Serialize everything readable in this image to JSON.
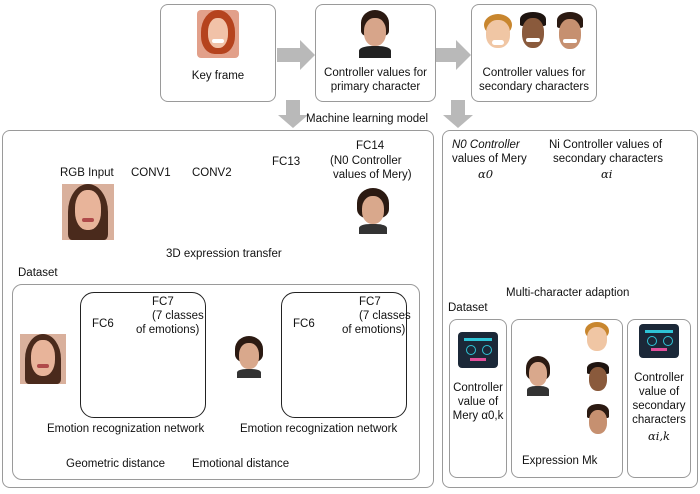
{
  "top": {
    "key_frame": "Key frame",
    "primary_line1": "Controller values for",
    "primary_line2": "primary character",
    "secondary_line1": "Controller values for",
    "secondary_line2": "secondary characters",
    "ml_label": "Machine learning model"
  },
  "left_panel": {
    "rgb_input": "RGB Input",
    "conv1": "CONV1",
    "conv2": "CONV2",
    "fc13": "FC13",
    "fc14": "FC14",
    "fc14_line2": "(N0 Controller",
    "fc14_line3": "values of Mery)",
    "expression_transfer": "3D expression transfer",
    "dataset": "Dataset",
    "fc6": "FC6",
    "fc7": "FC7",
    "fc7_line2": "(7 classes",
    "fc7_line3": "of emotions)",
    "erc_label": "Emotion recognization network",
    "geometric": "Geometric distance",
    "emotional": "Emotional distance"
  },
  "right_panel": {
    "n0_line1": "N0 Controller",
    "n0_line2": "values of Mery",
    "n0_symbol": "α0",
    "ni_line1": "Ni Controller values of",
    "ni_line2": "secondary characters",
    "ni_symbol": "αi",
    "mca": "Multi-character adaption",
    "dataset": "Dataset",
    "mery_l1": "Controller",
    "mery_l2": "value of",
    "mery_l3": "Mery α0,k",
    "expression": "Expression Mk",
    "sec_l1": "Controller",
    "sec_l2": "value of",
    "sec_l3": "secondary",
    "sec_l4": "characters",
    "sec_l5": "αi,k"
  },
  "colors": {
    "arrow": "#b9b9b9",
    "border": "#9a9a9a",
    "skin": "#e8b49a",
    "hair_red": "#b5431e",
    "hair_dark": "#2b1a12",
    "cyan": "#2ec4d6"
  }
}
